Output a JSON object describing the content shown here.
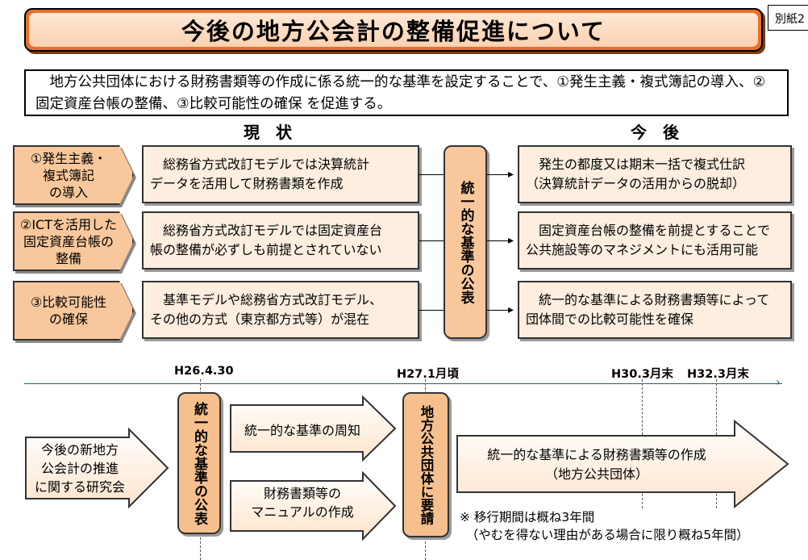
{
  "title": "今後の地方公会計の整備促進について",
  "attachment_label": "別紙2",
  "intro_text": "　地方公共団体における財務書類等の作成に係る統一的な基準を設定することで、①発生主義・複式簿記の導入、②固定資産台帳の整備、③比較可能性の確保 を促進する。",
  "columns": {
    "current": "現状",
    "future": "今後"
  },
  "rows": [
    {
      "label": "①発生主義・\n複式簿記\nの導入",
      "current": "　総務省方式改訂モデルでは決算統計\nデータを活用して財務書類を作成",
      "future": "　発生の都度又は期末一括で複式仕訳\n（決算統計データの活用からの脱却）"
    },
    {
      "label": "②ICTを活用した\n固定資産台帳の\n整備",
      "current": "　総務省方式改訂モデルでは固定資産台\n帳の整備が必ずしも前提とされていない",
      "future": "　固定資産台帳の整備を前提とすることで\n公共施設等のマネジメントにも活用可能"
    },
    {
      "label": "③比較可能性\nの確保",
      "current": "　基準モデルや総務省方式改訂モデル、\nその他の方式（東京都方式等）が混在",
      "future": "　統一的な基準による財務書類等によって\n団体間での比較可能性を確保"
    }
  ],
  "center_pillar": "統一的な基準の公表",
  "timeline": {
    "dates": [
      "H26.4.30",
      "H27.1月頃",
      "H30.3月末",
      "H32.3月末"
    ],
    "start_box": "今後の新地方\n公会計の推進\nに関する研究会",
    "pillar_a": "統一的な基準の公表",
    "arrow_a1": "統一的な基準の周知",
    "arrow_a2": "財務書類等の\nマニュアルの作成",
    "pillar_b": "地方公共団体に要請",
    "arrow_big": "統一的な基準による財務書類等の作成\n（地方公共団体）",
    "note": "※ 移行期間は概ね3年間\n　（やむを得ない理由がある場合に限り概ね5年間）"
  }
}
